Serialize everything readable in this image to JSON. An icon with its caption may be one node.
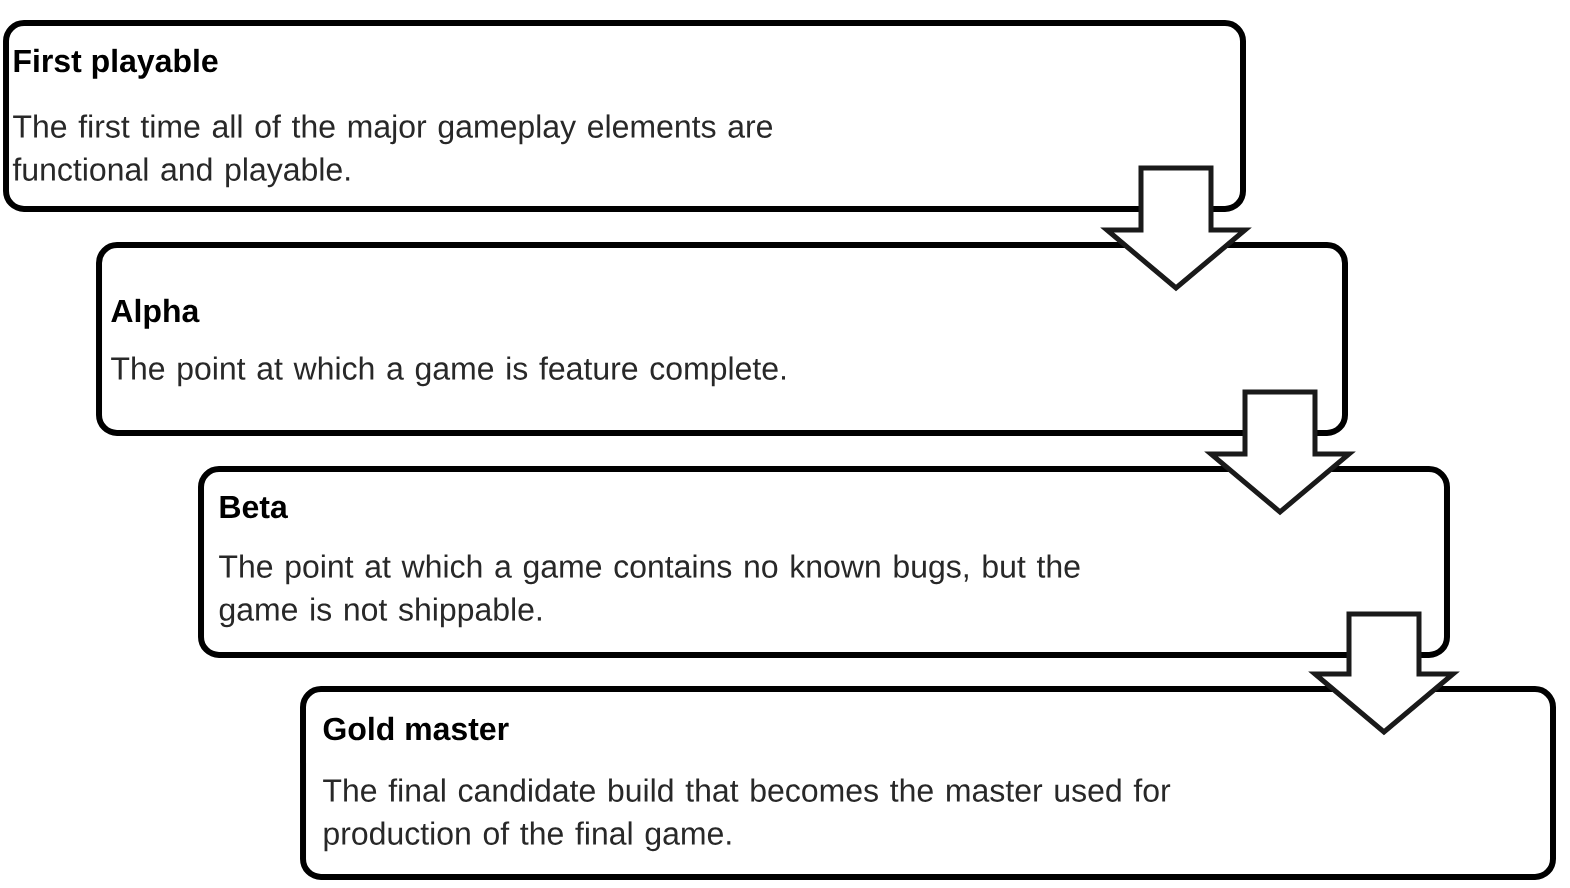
{
  "diagram": {
    "nodes": [
      {
        "text": [
          "First playable",
          "The first time all of the major gameplay elements are functional and playable."
        ]
      },
      {
        "text": [
          "Alpha",
          "The point at which a game is feature complete."
        ]
      },
      {
        "text": [
          "Beta",
          "The point at which a game contains no known bugs, but the game is not shippable."
        ]
      },
      {
        "text": [
          "Gold master",
          "The final candidate build that becomes the master used for production of the final game."
        ]
      }
    ],
    "edges": [
      {
        "from": 0,
        "to": 1,
        "arrow": "to"
      },
      {
        "from": 1,
        "to": 2,
        "arrow": "to"
      },
      {
        "from": 2,
        "to": 3,
        "arrow": "to"
      }
    ]
  }
}
